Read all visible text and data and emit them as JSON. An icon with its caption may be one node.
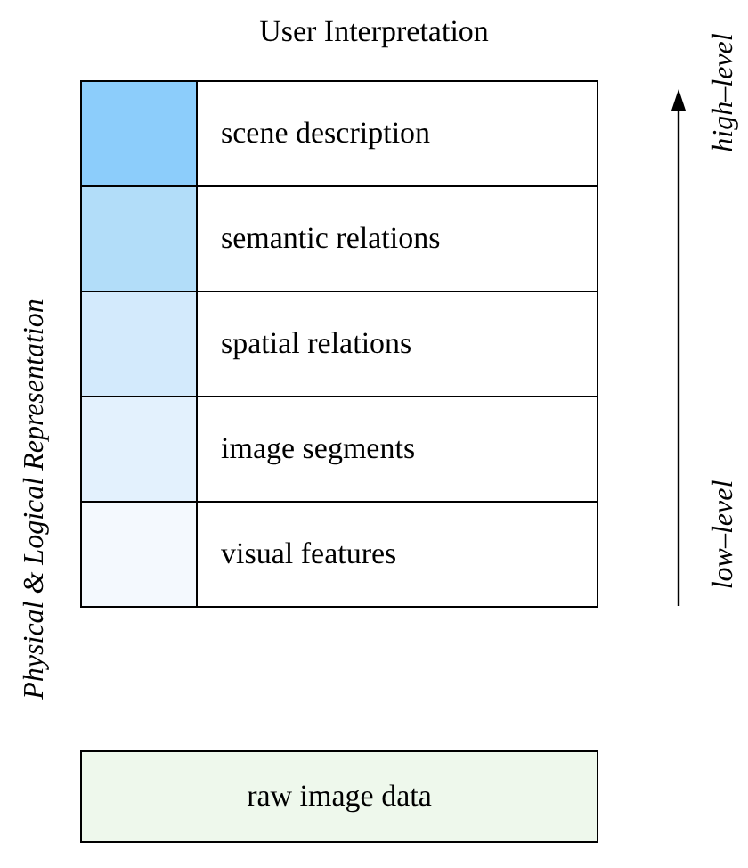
{
  "diagram": {
    "title": "User Interpretation",
    "nodes": [
      {
        "text": [
          "scene description"
        ]
      },
      {
        "text": [
          "semantic relations"
        ]
      },
      {
        "text": [
          "spatial relations"
        ]
      },
      {
        "text": [
          "image segments"
        ]
      },
      {
        "text": [
          "visual features"
        ]
      },
      {
        "text": [
          "raw image data"
        ]
      }
    ],
    "labels": [
      "Physical & Logical Representation",
      "high–level",
      "low–level"
    ]
  }
}
